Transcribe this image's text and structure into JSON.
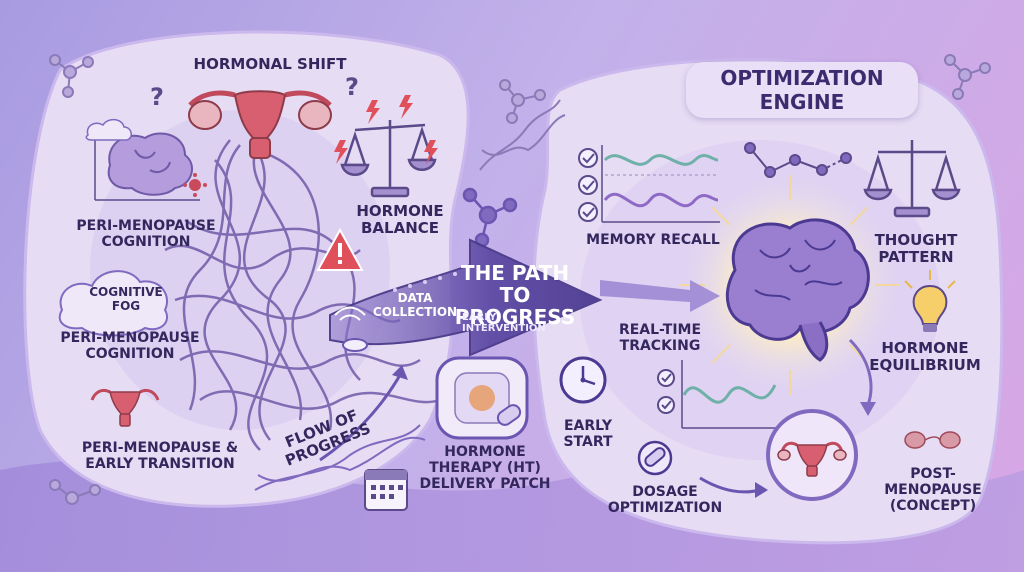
{
  "left_panel": {
    "hormonal_shift": "HORMONAL SHIFT",
    "peri_cognition_1": "PERI-MENOPAUSE\nCOGNITION",
    "hormone_balance": "HORMONE\nBALANCE",
    "cognitive_fog": "COGNITIVE\nFOG",
    "peri_cognition_2": "PERI-MENOPAUSE\nCOGNITION",
    "peri_transition": "PERI-MENOPAUSE &\nEARLY TRANSITION",
    "flow_of_progress": "FLOW OF PROGRESS"
  },
  "center": {
    "path_title": "THE PATH TO\nPROGRESS",
    "path_subtitle": "EARLY INTERVENTION",
    "data_collection": "DATA\nCOLLECTION",
    "ht_patch": "HORMONE\nTHERAPY (HT)\nDELIVERY PATCH"
  },
  "right_panel": {
    "engine_title": "OPTIMIZATION\nENGINE",
    "memory_recall": "MEMORY RECALL",
    "thought_pattern": "THOUGHT\nPATTERN",
    "real_time_tracking": "REAL-TIME\nTRACKING",
    "hormone_equilibrium": "HORMONE\nEQUILIBRIUM",
    "early_start": "EARLY\nSTART",
    "dosage_optimization": "DOSAGE\nOPTIMIZATION",
    "post_menopause": "POST-\nMENOPAUSE\n(CONCEPT)"
  },
  "colors": {
    "panel": "#e6dcf4",
    "ink": "#33275e",
    "arrow": "#6a55b0",
    "brain": "#9a7fd0",
    "uterus": "#d85f70",
    "alert": "#e0505a",
    "teal": "#6fb0a8",
    "glow": "#fff4c8"
  }
}
